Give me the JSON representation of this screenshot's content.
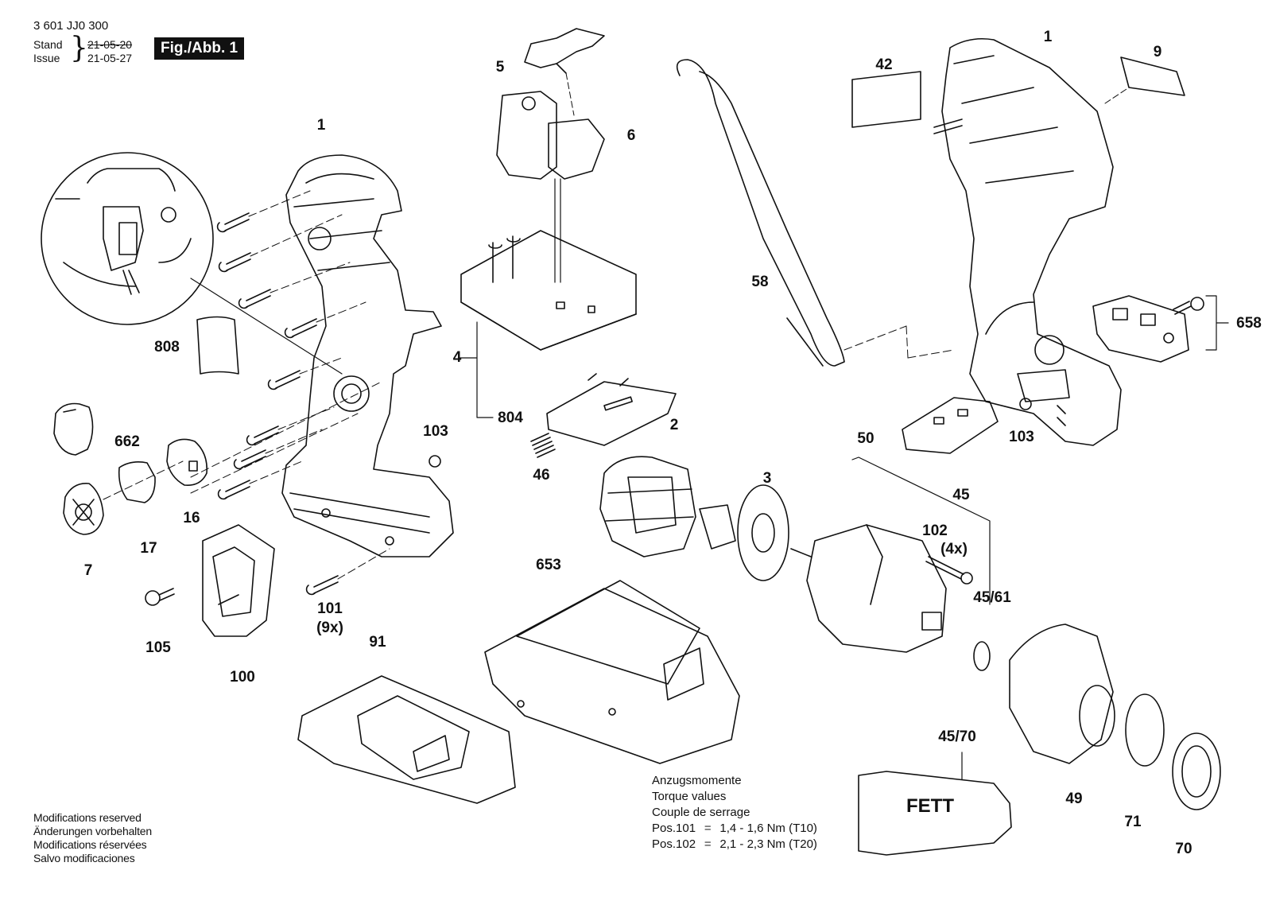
{
  "header": {
    "doc_number": "3 601 JJ0 300",
    "stand_label": "Stand",
    "issue_label": "Issue",
    "stand_date": "21-05-20",
    "issue_date": "21-05-27",
    "figure_label": "Fig./Abb. 1"
  },
  "callouts": [
    {
      "id": "c-1a",
      "text": "1"
    },
    {
      "id": "c-1b",
      "text": "1"
    },
    {
      "id": "c-2",
      "text": "2"
    },
    {
      "id": "c-3",
      "text": "3"
    },
    {
      "id": "c-4",
      "text": "4"
    },
    {
      "id": "c-5",
      "text": "5"
    },
    {
      "id": "c-6",
      "text": "6"
    },
    {
      "id": "c-7",
      "text": "7"
    },
    {
      "id": "c-9",
      "text": "9"
    },
    {
      "id": "c-16",
      "text": "16"
    },
    {
      "id": "c-17",
      "text": "17"
    },
    {
      "id": "c-42",
      "text": "42"
    },
    {
      "id": "c-45",
      "text": "45"
    },
    {
      "id": "c-4561",
      "text": "45/61"
    },
    {
      "id": "c-4570",
      "text": "45/70"
    },
    {
      "id": "c-46",
      "text": "46"
    },
    {
      "id": "c-49",
      "text": "49"
    },
    {
      "id": "c-50",
      "text": "50"
    },
    {
      "id": "c-58",
      "text": "58"
    },
    {
      "id": "c-70",
      "text": "70"
    },
    {
      "id": "c-71",
      "text": "71"
    },
    {
      "id": "c-91",
      "text": "91"
    },
    {
      "id": "c-100",
      "text": "100"
    },
    {
      "id": "c-101",
      "text": "101"
    },
    {
      "id": "c-101x",
      "text": "(9x)"
    },
    {
      "id": "c-102",
      "text": "102"
    },
    {
      "id": "c-102x",
      "text": "(4x)"
    },
    {
      "id": "c-103a",
      "text": "103"
    },
    {
      "id": "c-103b",
      "text": "103"
    },
    {
      "id": "c-105",
      "text": "105"
    },
    {
      "id": "c-653",
      "text": "653"
    },
    {
      "id": "c-658",
      "text": "658"
    },
    {
      "id": "c-662",
      "text": "662"
    },
    {
      "id": "c-804",
      "text": "804"
    },
    {
      "id": "c-808",
      "text": "808"
    }
  ],
  "fett_label": "FETT",
  "torque": {
    "lines": [
      "Anzugsmomente",
      "Torque values",
      "Couple de serrage"
    ],
    "rows": [
      {
        "pos": "Pos.101",
        "eq": "=",
        "value": "1,4 - 1,6 Nm (T10)"
      },
      {
        "pos": "Pos.102",
        "eq": "=",
        "value": "2,1 - 2,3 Nm (T20)"
      }
    ]
  },
  "notes": [
    "Modifications reserved",
    "Änderungen vorbehalten",
    "Modifications réservées",
    "Salvo modificaciones"
  ]
}
